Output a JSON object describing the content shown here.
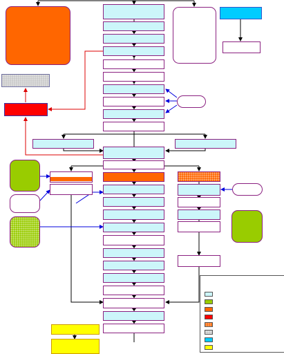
{
  "legend": {
    "items": [
      {
        "key": "light-blue",
        "color": "#ccf6fa"
      },
      {
        "key": "green",
        "color": "#99cc00"
      },
      {
        "key": "orange",
        "color": "#ff6600"
      },
      {
        "key": "red",
        "color": "#ff0000"
      },
      {
        "key": "orange-dotted",
        "color": "#ff6600"
      },
      {
        "key": "gray-dotted",
        "color": "#c8c8c8"
      },
      {
        "key": "cyan",
        "color": "#00ccff"
      },
      {
        "key": "yellow",
        "color": "#ffff00"
      }
    ]
  },
  "colors": {
    "connector": "#000000",
    "feedback": "#dd0000",
    "input": "#0000dd",
    "box_border": "#8a2080"
  }
}
